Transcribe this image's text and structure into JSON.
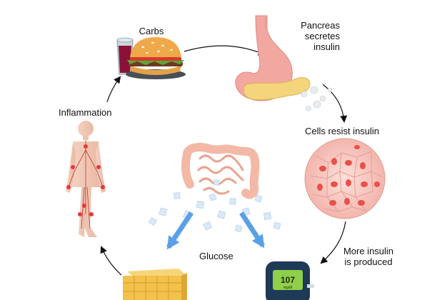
{
  "labels": {
    "carbs": "Carbs",
    "pancreas_line1": "Pancreas",
    "pancreas_line2": "secretes",
    "pancreas_line3": "insulin",
    "cells_resist": "Cells resist insulin",
    "more_insulin_line1": "More insulin",
    "more_insulin_line2": "is produced",
    "glucose": "Glucose",
    "inflammation": "Inflammation"
  },
  "meter": {
    "reading": "107",
    "unit": "mg/dl"
  },
  "colors": {
    "arrow": "#111111",
    "glucose_arrow": "#5aa0e6",
    "intestine": "#f3b9a6",
    "stomach": "#f2a8a0",
    "pancreas": "#f5d57c",
    "cell_fill": "#f6c8c0",
    "cell_nucleus": "#e8504a",
    "fat_tissue": "#f2c24a",
    "meter_body": "#1f3a56",
    "meter_screen": "#8fcf4a"
  },
  "icons": [
    "burger-icon",
    "drink-icon",
    "stomach-icon",
    "pancreas-icon",
    "cells-icon",
    "intestine-icon",
    "glucose-cubes-icon",
    "human-body-icon",
    "fat-tissue-icon",
    "glucose-meter-icon"
  ]
}
